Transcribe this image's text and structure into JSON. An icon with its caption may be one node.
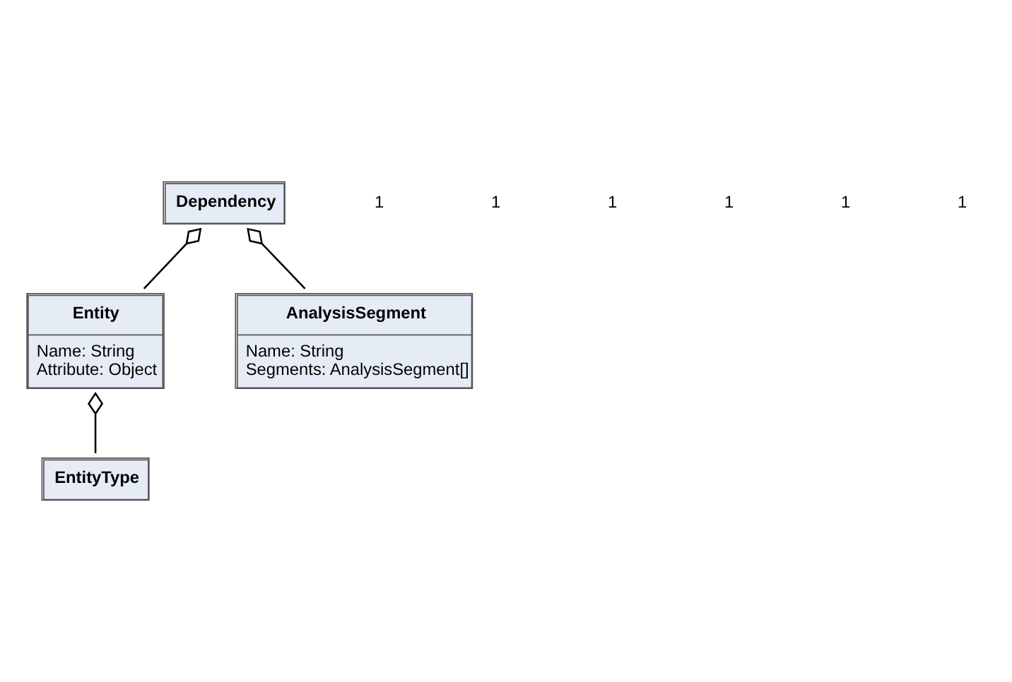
{
  "diagram": {
    "nodes": [
      {
        "text": [
          "Dependency"
        ]
      },
      {
        "text": [
          "Entity",
          "Name: String",
          "Attribute: Object"
        ]
      },
      {
        "text": [
          "AnalysisSegment",
          "Name: String",
          "Segments: AnalysisSegment[]"
        ]
      },
      {
        "text": [
          "EntityType"
        ]
      }
    ],
    "edges": [
      {
        "from": 0,
        "to": 1,
        "arrow": "other"
      },
      {
        "from": 0,
        "to": 2,
        "arrow": "other"
      },
      {
        "from": 1,
        "to": 3,
        "arrow": "other"
      }
    ],
    "labels": [
      "1",
      "1",
      "1",
      "1",
      "1",
      "1"
    ]
  }
}
